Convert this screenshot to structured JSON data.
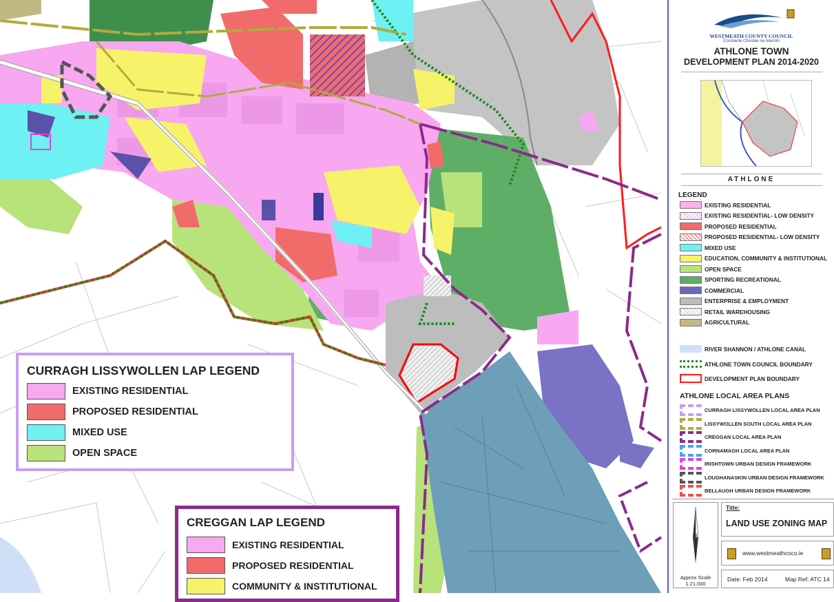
{
  "lap_legend_curragh": {
    "title": "CURRAGH LISSYWOLLEN LAP LEGEND",
    "items": [
      {
        "label": "EXISTING RESIDENTIAL",
        "color": "#f7a8f0"
      },
      {
        "label": "PROPOSED RESIDENTIAL",
        "color": "#f26b6b"
      },
      {
        "label": "MIXED USE",
        "color": "#6ff0f2"
      },
      {
        "label": "OPEN SPACE",
        "color": "#b8e27a"
      }
    ]
  },
  "lap_legend_creggan": {
    "title": "CREGGAN LAP LEGEND",
    "items": [
      {
        "label": "EXISTING RESIDENTIAL",
        "color": "#f7a8f0"
      },
      {
        "label": "PROPOSED RESIDENTIAL",
        "color": "#f26b6b"
      },
      {
        "label": "COMMUNITY & INSTITUTIONAL",
        "color": "#f6f26a"
      }
    ]
  },
  "panel": {
    "council_name": "WESTMEATH COUNTY COUNCIL",
    "council_irish": "Comhairle Chontae na hIarmhí",
    "plan_title_line1": "ATHLONE TOWN",
    "plan_title_line2": "DEVELOPMENT PLAN 2014-2020",
    "locator_label": "ATHLONE",
    "legend_heading": "LEGEND",
    "legend_items": [
      {
        "label": "EXISTING RESIDENTIAL",
        "color": "#f7b3f0",
        "hatched": false
      },
      {
        "label": "EXISTING RESIDENTIAL- LOW DENSITY",
        "color": "#f7c8f2",
        "hatched": true
      },
      {
        "label": "PROPOSED RESIDENTIAL",
        "color": "#f26b6b",
        "hatched": false
      },
      {
        "label": "PROPOSED RESIDENTIAL- LOW DENSITY",
        "color": "#f5a0a0",
        "hatched": true
      },
      {
        "label": "MIXED USE",
        "color": "#6ff0f2",
        "hatched": false
      },
      {
        "label": "EDUCATION, COMMUNITY & INSTITUTIONAL",
        "color": "#f6f26a",
        "hatched": false
      },
      {
        "label": "OPEN SPACE",
        "color": "#b8e27a",
        "hatched": false
      },
      {
        "label": "SPORTING RECREATIONAL",
        "color": "#5fae68",
        "hatched": false
      },
      {
        "label": "COMMERCIAL",
        "color": "#6a6ab8",
        "hatched": false
      },
      {
        "label": "ENTERPRISE & EMPLOYMENT",
        "color": "#bdbdbd",
        "hatched": false
      },
      {
        "label": "RETAIL WAREHOUSING",
        "color": "#e0e0e0",
        "hatched": true
      },
      {
        "label": "AGRICULTURAL",
        "color": "#c2b884",
        "hatched": false
      }
    ],
    "river_label": "RIVER SHANNON / ATHLONE CANAL",
    "river_color": "#cfdff7",
    "town_boundary_label": "ATHLONE TOWN COUNCIL BOUNDARY",
    "plan_boundary_label": "DEVELOPMENT PLAN BOUNDARY",
    "lap_heading": "ATHLONE LOCAL AREA PLANS",
    "lap_items": [
      {
        "label": "CURRAGH LISSYWOLLEN LOCAL AREA PLAN",
        "color": "#c79ef2"
      },
      {
        "label": "LISSYWOLLEN SOUTH LOCAL AREA PLAN",
        "color": "#b0ab3a"
      },
      {
        "label": "CREGGAN LOCAL AREA PLAN",
        "color": "#8b2a8b"
      },
      {
        "label": "CORNAMAGH LOCAL AREA PLAN",
        "color": "#3fa8e8"
      },
      {
        "label": "IRISHTOWN URBAN DESIGN FRAMEWORK",
        "color": "#e040e0"
      },
      {
        "label": "LOUGHANASKIN URBAN DESIGN FRAMEWORK",
        "color": "#555555"
      },
      {
        "label": "BELLAUGH URBAN DESIGN FRAMEWORK",
        "color": "#e85050"
      }
    ],
    "title_label": "Title:",
    "map_title": "LAND USE ZONING MAP",
    "website": "www.westmeathcoco.ie",
    "north_label": "N",
    "scale_line1": "Approx Scale",
    "scale_line2": "1:21,000",
    "date": "Date: Feb 2014",
    "map_ref": "Map Ref: ATC 14"
  }
}
